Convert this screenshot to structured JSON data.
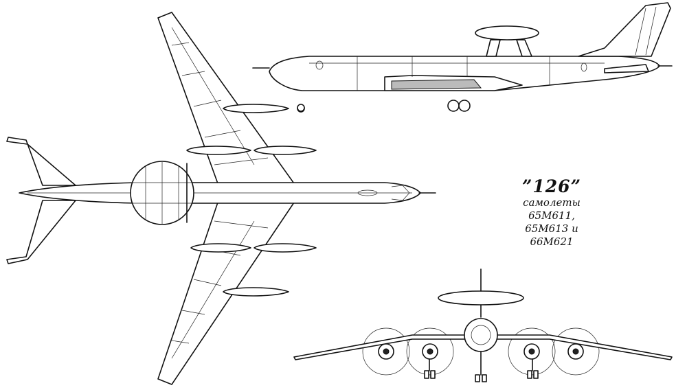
{
  "caption": {
    "title": "”126”",
    "lines": [
      "самолеты",
      "65М611,",
      "65М613 и",
      "66М621"
    ]
  }
}
